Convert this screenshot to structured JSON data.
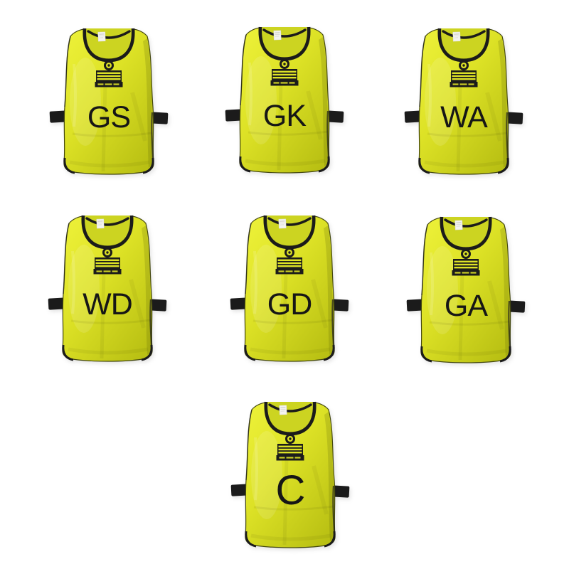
{
  "bibs": [
    {
      "position": "GS"
    },
    {
      "position": "GK"
    },
    {
      "position": "WA"
    },
    {
      "position": "WD"
    },
    {
      "position": "GD"
    },
    {
      "position": "GA"
    },
    {
      "position": "C"
    }
  ],
  "colors": {
    "background": "#ffffff",
    "bib_main": "#dde226",
    "bib_highlight": "#eef23a",
    "bib_shadow": "#b9c013",
    "bib_back_panel": "#ccd421",
    "trim": "#1b1b1b",
    "letters": "#161616",
    "care_tag": "#f4f4f0"
  },
  "icons": {
    "brand_logo": "crest-circle-over-stripes"
  }
}
